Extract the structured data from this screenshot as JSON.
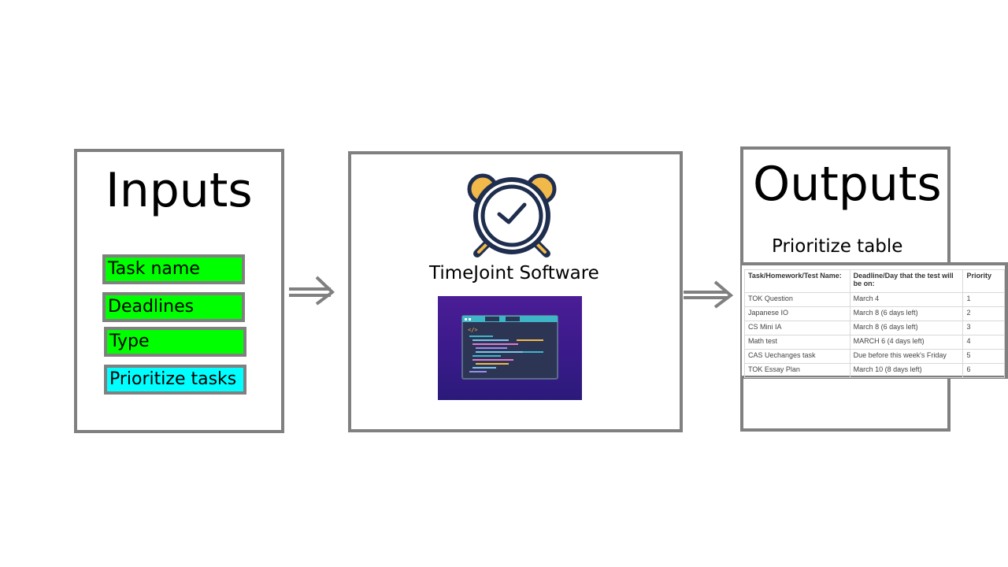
{
  "inputs": {
    "title": "Inputs",
    "items": [
      {
        "label": "Task name",
        "color": "#00ff00"
      },
      {
        "label": "Deadlines",
        "color": "#00ff00"
      },
      {
        "label": "Type",
        "color": "#00ff00"
      },
      {
        "label": "Prioritize tasks",
        "color": "#00ffff"
      }
    ]
  },
  "process": {
    "label": "TimeJoint Software",
    "icons": [
      "alarm-clock-icon",
      "code-window-icon"
    ],
    "colors": {
      "clock_navy": "#1f2d4e",
      "clock_bells": "#f0b94a",
      "tile_purple": "#4a1d96"
    }
  },
  "outputs": {
    "title": "Outputs",
    "subtitle": "Prioritize table",
    "table": {
      "headers": [
        "Task/Homework/Test Name:",
        "Deadline/Day that the test will be on:",
        "Priority"
      ],
      "rows": [
        [
          "TOK Question",
          "March 4",
          "1"
        ],
        [
          "Japanese IO",
          "March 8 (6 days left)",
          "2"
        ],
        [
          "CS Mini IA",
          "March 8 (6 days left)",
          "3"
        ],
        [
          "Math test",
          "MARCH 6  (4 days left)",
          "4"
        ],
        [
          "CAS Uechanges task",
          "Due before this week's Friday",
          "5"
        ],
        [
          "TOK Essay Plan",
          "March 10 (8 days left)",
          "6"
        ]
      ]
    }
  },
  "connectors": [
    "arrow-right-icon",
    "arrow-right-icon"
  ],
  "border_color": "#808080"
}
